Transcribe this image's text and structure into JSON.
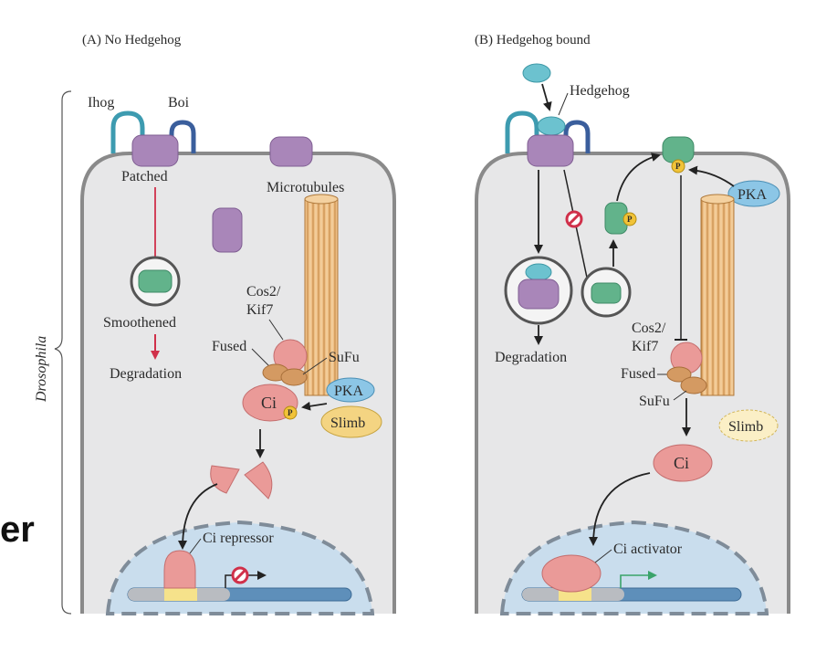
{
  "panels": {
    "a": {
      "title": "(A)  No Hedgehog",
      "labels": {
        "ihog": "Ihog",
        "boi": "Boi",
        "patched": "Patched",
        "microtubules": "Microtubules",
        "smoothened": "Smoothened",
        "degradation": "Degradation",
        "cos2_line1": "Cos2/",
        "cos2_line2": "Kif7",
        "fused": "Fused",
        "sufu": "SuFu",
        "ci": "Ci",
        "pka": "PKA",
        "slimb": "Slimb",
        "p": "P",
        "ci_repressor": "Ci repressor"
      }
    },
    "b": {
      "title": "(B)  Hedgehog bound",
      "labels": {
        "hedgehog": "Hedgehog",
        "pka": "PKA",
        "degradation": "Degradation",
        "cos2_line1": "Cos2/",
        "cos2_line2": "Kif7",
        "fused": "Fused",
        "sufu": "SuFu",
        "slimb": "Slimb",
        "ci": "Ci",
        "p": "P",
        "ci_activator": "Ci activator"
      }
    }
  },
  "side_label": "Drosophila",
  "fragment_text": "er"
}
